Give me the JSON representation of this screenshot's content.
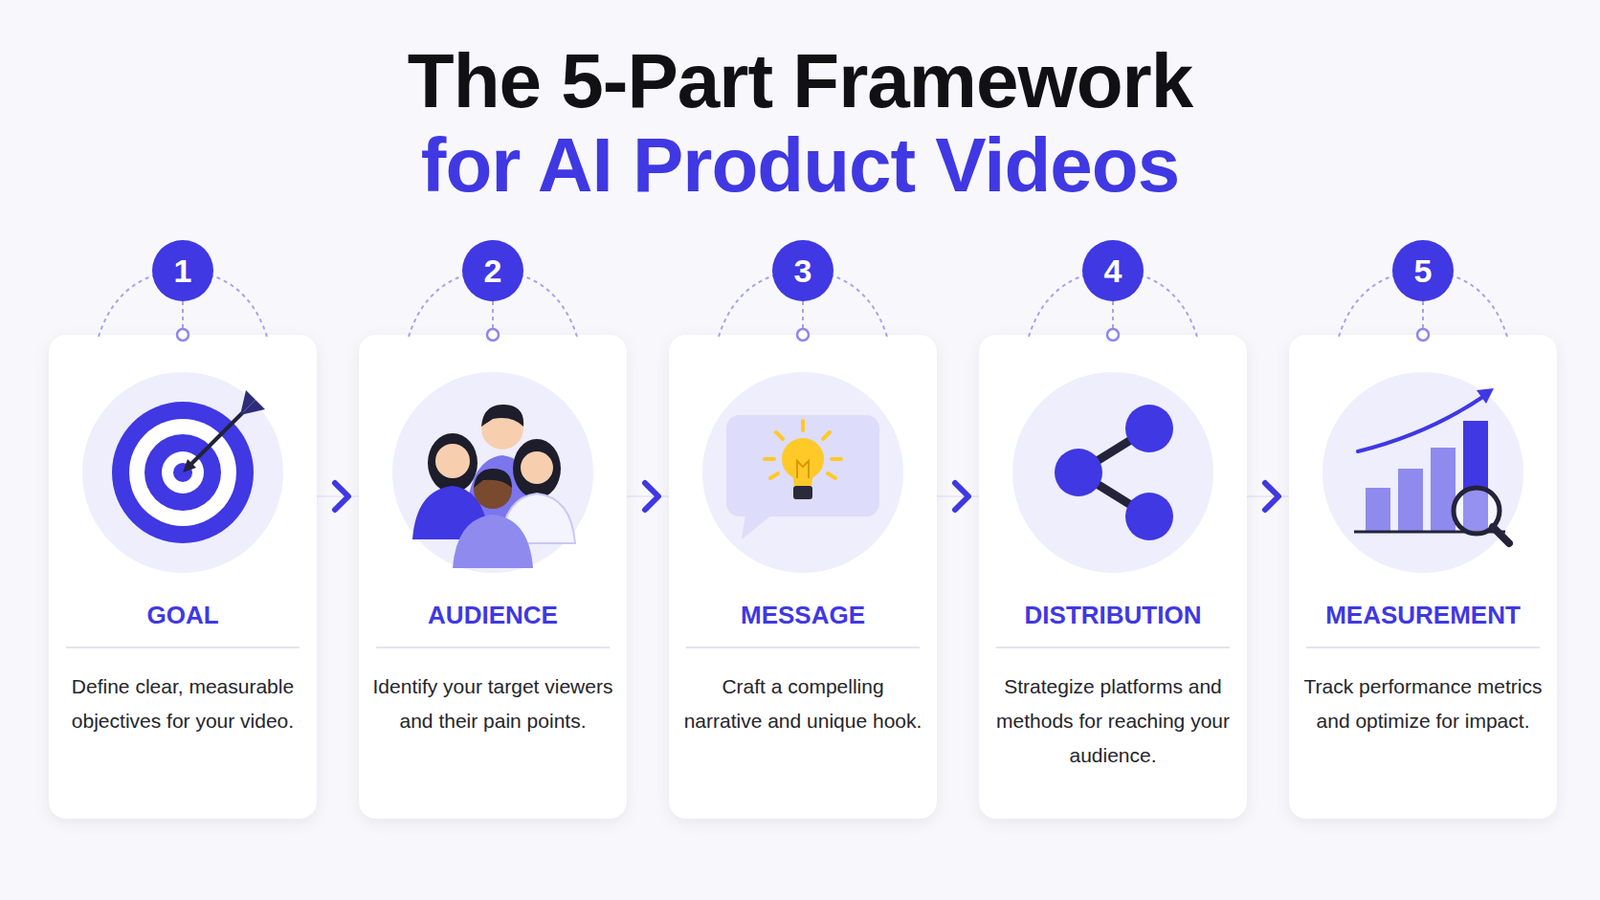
{
  "diagram": {
    "title": "The 5-Part Framework for AI Product Videos",
    "nodes": [
      {
        "text": [
          "1"
        ]
      },
      {
        "text": [
          "GOAL",
          "Define clear, measurable objectives for your video."
        ]
      },
      {
        "text": [
          "2"
        ]
      },
      {
        "text": [
          "AUDIENCE",
          "Identify your target viewers and their pain points."
        ]
      },
      {
        "text": [
          "3"
        ]
      },
      {
        "text": [
          "MESSAGE",
          "Craft a compelling narrative and unique hook."
        ]
      },
      {
        "text": [
          "4"
        ]
      },
      {
        "text": [
          "DISTRIBUTION",
          "Strategize platforms and methods for reaching your audience."
        ]
      },
      {
        "text": [
          "5"
        ]
      },
      {
        "text": [
          "MEASUREMENT",
          "Track performance metrics and optimize for impact."
        ]
      }
    ],
    "edges": [
      {
        "from": 0,
        "to": 1,
        "arrow": "none"
      },
      {
        "from": 2,
        "to": 3,
        "arrow": "none"
      },
      {
        "from": 4,
        "to": 5,
        "arrow": "none"
      },
      {
        "from": 6,
        "to": 7,
        "arrow": "none"
      },
      {
        "from": 8,
        "to": 9,
        "arrow": "none"
      },
      {
        "from": 1,
        "to": 3,
        "arrow": "to"
      },
      {
        "from": 3,
        "to": 5,
        "arrow": "to"
      },
      {
        "from": 5,
        "to": 7,
        "arrow": "to"
      },
      {
        "from": 7,
        "to": 9,
        "arrow": "to"
      }
    ]
  }
}
